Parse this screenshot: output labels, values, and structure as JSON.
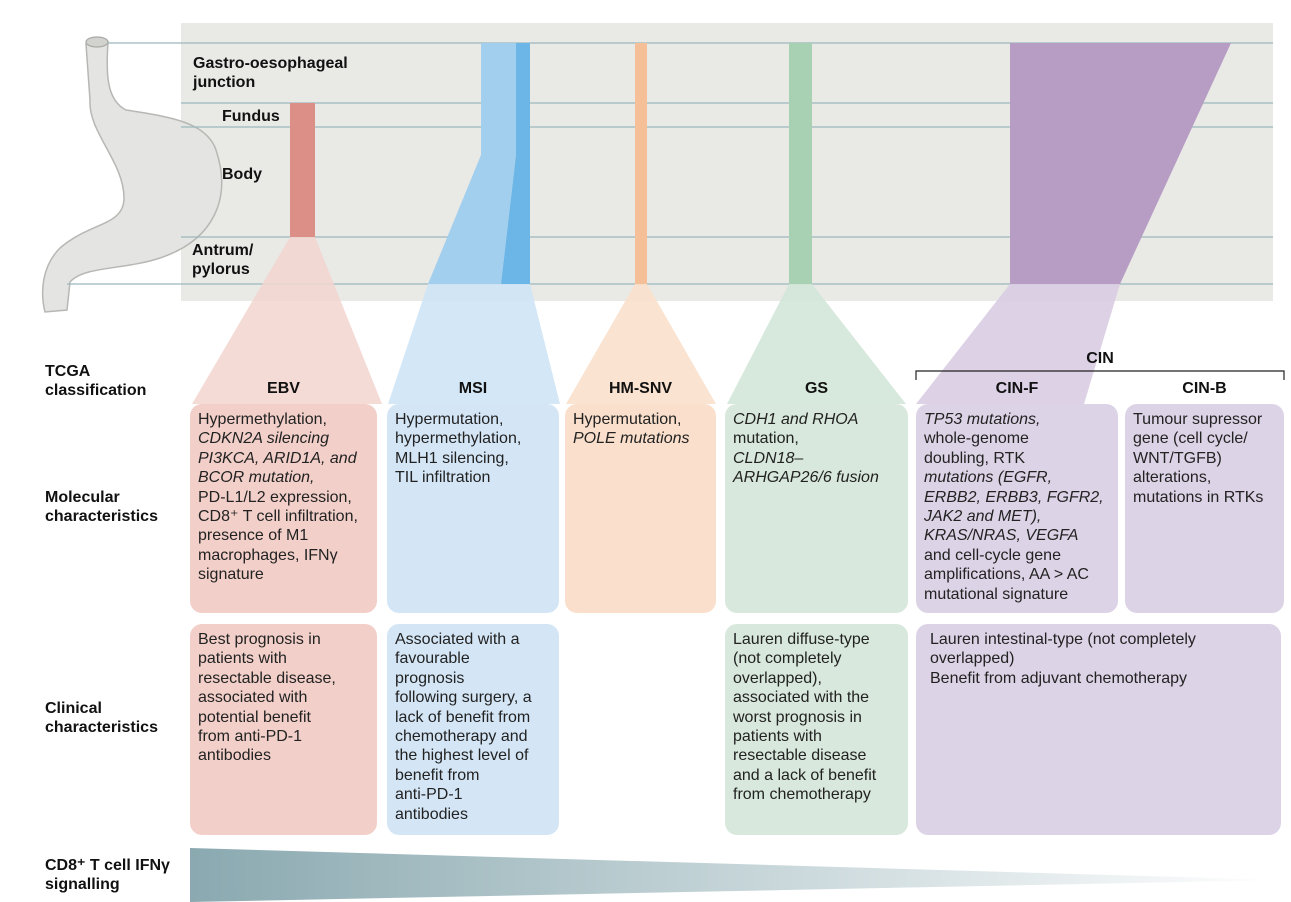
{
  "locations": {
    "gej": "Gastro-oesophageal junction",
    "fundus": "Fundus",
    "body": "Body",
    "antrum": "Antrum/ pylorus"
  },
  "row_labels": {
    "tcga": "TCGA classification",
    "molecular": "Molecular characteristics",
    "clinical": "Clinical characteristics",
    "cd8": "CD8⁺ T cell IFNγ signalling"
  },
  "groups": {
    "cin": "CIN",
    "ebv": "EBV",
    "msi": "MSI",
    "hmsnv": "HM-SNV",
    "gs": "GS",
    "cinf": "CIN-F",
    "cinb": "CIN-B"
  },
  "molecular": {
    "ebv": [
      "Hypermethylation,",
      "CDKN2A silencing",
      "PI3KCA, ARID1A, and",
      "BCOR mutation,",
      "PD-L1/L2 expression,",
      "CD8⁺ T cell infiltration,",
      "presence of M1",
      "macrophages, IFNγ",
      "signature"
    ],
    "msi": "Hypermutation,\nhypermethylation,\nMLH1 silencing,\nTIL infiltration",
    "hmsnv": [
      "Hypermutation,",
      "POLE mutations"
    ],
    "gs": [
      "CDH1 and RHOA",
      "mutation,",
      "CLDN18–",
      "ARHGAP26/6 fusion"
    ],
    "cinf": [
      "TP53 mutations,",
      "whole-genome",
      "doubling, RTK",
      "mutations (EGFR,",
      "ERBB2, ERBB3, FGFR2,",
      "JAK2 and MET),",
      "KRAS/NRAS, VEGFA",
      "and cell-cycle gene",
      "amplifications, AA > AC",
      "mutational signature"
    ],
    "cinb": "Tumour supressor\ngene (cell cycle/\nWNT/TGFB)\nalterations,\nmutations in RTKs"
  },
  "clinical": {
    "ebv": "Best prognosis in\npatients with\nresectable disease,\nassociated with\npotential benefit\nfrom anti-PD-1\nantibodies",
    "msi": "Associated with a\nfavourable\nprognosis\nfollowing surgery, a\nlack of benefit from\nchemotherapy and\nthe highest level of\nbenefit from\nanti-PD-1\nantibodies",
    "gs": "Lauren diffuse-type\n(not completely\noverlapped),\nassociated with the\nworst prognosis in\npatients with\nresectable disease\nand a lack of benefit\nfrom chemotherapy",
    "cin": "Lauren intestinal-type (not completely\noverlapped)\nBenefit from adjuvant chemotherapy"
  },
  "colors": {
    "panel": "#e9e9e6",
    "ebv": "#dc8f86",
    "ebv_box": "#f2d0c9",
    "msi_light": "#a3cfee",
    "msi_dark": "#6bb6e6",
    "msi_box": "#d4e6f6",
    "hmsnv": "#f5bf97",
    "hmsnv_box": "#fae0cc",
    "gs": "#a8d0b2",
    "gs_box": "#d8e8dc",
    "cin": "#b79dc4",
    "cin_box": "#ddd3e6",
    "gradient_start": "#8aa9b0"
  }
}
